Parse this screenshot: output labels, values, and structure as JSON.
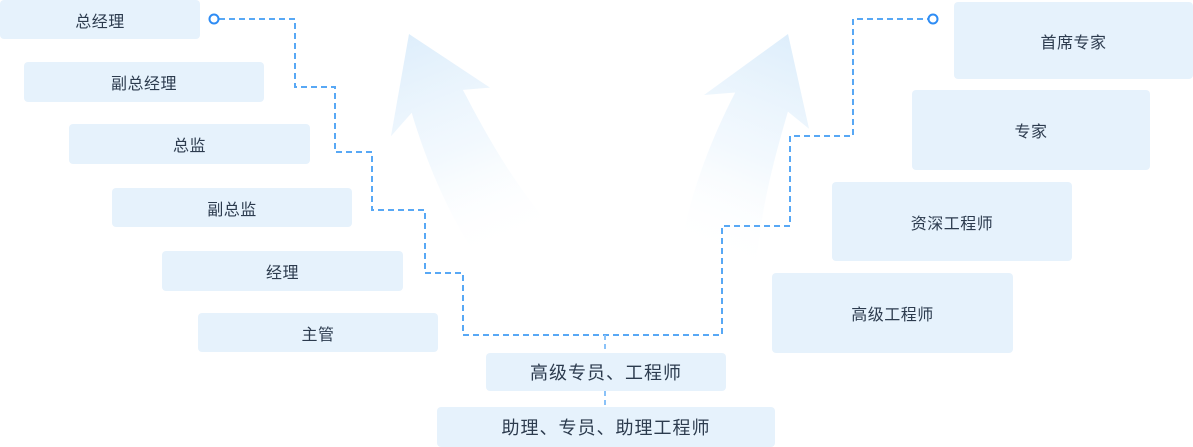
{
  "diagram": {
    "kind": "dual-career-ladder",
    "tracks": {
      "management": [
        "总经理",
        "副总经理",
        "总监",
        "副总监",
        "经理",
        "主管"
      ],
      "expert": [
        "首席专家",
        "专家",
        "资深工程师",
        "高级工程师"
      ],
      "shared": [
        "高级专员、工程师",
        "助理、专员、助理工程师"
      ]
    },
    "colors": {
      "box_fill": "#E6F2FC",
      "box_text": "#2C3B4E",
      "path_line": "#58A8F5",
      "path_drop_line": "#8AC2F8",
      "endpoint_ring": "#2E8CF4",
      "endpoint_fill": "#FFFFFF",
      "arrow_gradient_top": "#DCEDFB",
      "arrow_gradient_bottom": "#FFFFFF",
      "background": "#FFFFFF"
    }
  }
}
